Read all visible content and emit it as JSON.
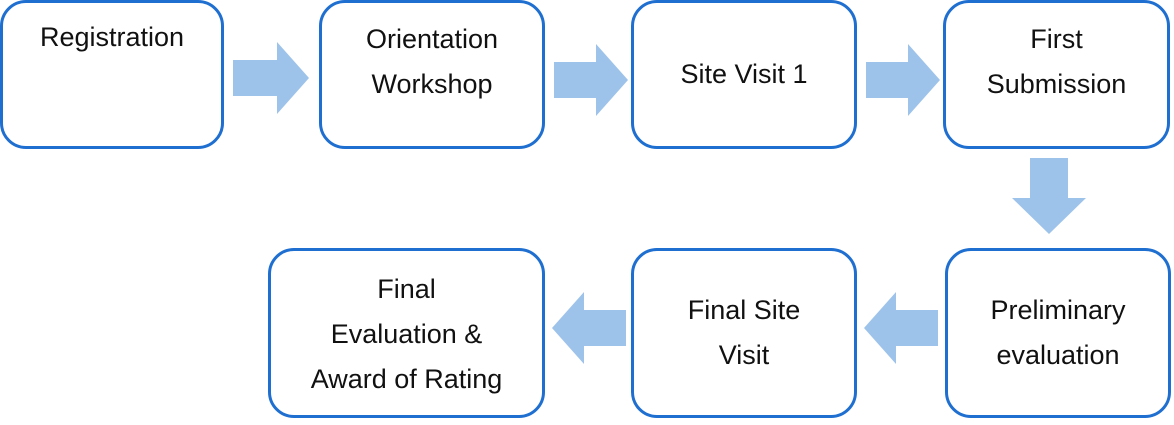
{
  "colors": {
    "box_border": "#1f6fd1",
    "arrow_fill": "#9ec3ea",
    "text": "#111111"
  },
  "steps": {
    "registration": {
      "lines": [
        "Registration"
      ]
    },
    "orientation": {
      "lines": [
        "Orientation",
        "Workshop"
      ]
    },
    "site_visit_1": {
      "lines": [
        "Site Visit 1"
      ]
    },
    "first_submission": {
      "lines": [
        "First",
        "Submission"
      ]
    },
    "preliminary_evaluation": {
      "lines": [
        "Preliminary",
        "evaluation"
      ]
    },
    "final_site_visit": {
      "lines": [
        "Final Site",
        "Visit"
      ]
    },
    "final_evaluation": {
      "lines": [
        "Final",
        "Evaluation &",
        "Award of Rating"
      ]
    }
  },
  "arrows": [
    {
      "from": "registration",
      "to": "orientation",
      "direction": "right"
    },
    {
      "from": "orientation",
      "to": "site_visit_1",
      "direction": "right"
    },
    {
      "from": "site_visit_1",
      "to": "first_submission",
      "direction": "right"
    },
    {
      "from": "first_submission",
      "to": "preliminary_evaluation",
      "direction": "down"
    },
    {
      "from": "preliminary_evaluation",
      "to": "final_site_visit",
      "direction": "left"
    },
    {
      "from": "final_site_visit",
      "to": "final_evaluation",
      "direction": "left"
    }
  ]
}
